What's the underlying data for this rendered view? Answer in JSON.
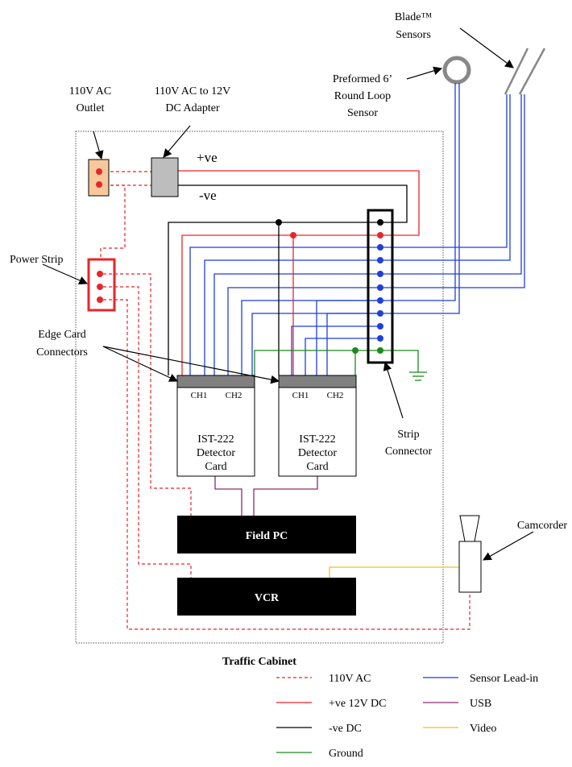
{
  "labels": {
    "blade_line1": "Blade™",
    "blade_line2": "Sensors",
    "loop_line1": "Preformed 6’",
    "loop_line2": "Round Loop",
    "loop_line3": "Sensor",
    "outlet_line1": "110V AC",
    "outlet_line2": "Outlet",
    "adapter_line1": "110V AC to 12V",
    "adapter_line2": "DC Adapter",
    "pos": "+ve",
    "neg": "-ve",
    "power_strip": "Power Strip",
    "edge_line1": "Edge Card",
    "edge_line2": "Connectors",
    "strip_line1": "Strip",
    "strip_line2": "Connector",
    "camcorder": "Camcorder",
    "cabinet": "Traffic Cabinet"
  },
  "cards": [
    {
      "ch1": "CH1",
      "ch2": "CH2",
      "line1": "IST-222",
      "line2": "Detector",
      "line3": "Card"
    },
    {
      "ch1": "CH1",
      "ch2": "CH2",
      "line1": "IST-222",
      "line2": "Detector",
      "line3": "Card"
    }
  ],
  "devices": {
    "field_pc": "Field PC",
    "vcr": "VCR"
  },
  "legend": [
    {
      "label": "110V AC",
      "color": "#e8262a",
      "dashed": true
    },
    {
      "label": "+ve 12V DC",
      "color": "#e8262a",
      "dashed": false
    },
    {
      "label": "-ve DC",
      "color": "#000000",
      "dashed": false
    },
    {
      "label": "Ground",
      "color": "#1a8a1a",
      "dashed": false
    },
    {
      "label": "Sensor Lead-in",
      "color": "#1f3fdc",
      "dashed": false
    },
    {
      "label": "USB",
      "color": "#8b2a6f",
      "dashed": false
    },
    {
      "label": "Video",
      "color": "#f0c21a",
      "dashed": false
    }
  ],
  "colors": {
    "ac": "#e8262a",
    "dc_pos": "#e8262a",
    "dc_neg": "#000000",
    "ground": "#1a8a1a",
    "sensor": "#1f3fdc",
    "usb": "#8b2a6f",
    "video": "#f0c21a",
    "outlet_fill": "#f7c89b",
    "adapter_fill": "#bdbdbd",
    "connector_fill": "#808080"
  }
}
